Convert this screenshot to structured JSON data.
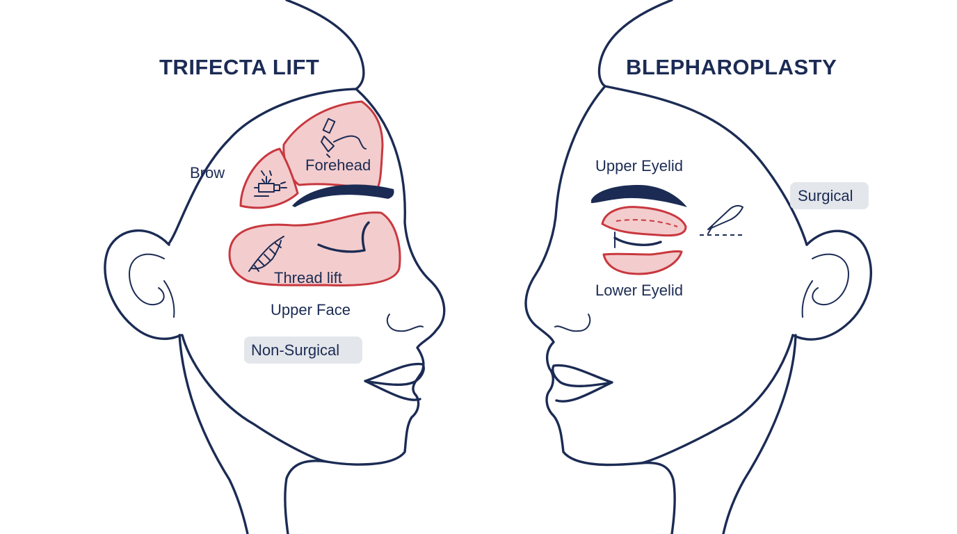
{
  "left_face": {
    "title": "TRIFECTA LIFT",
    "labels": {
      "brow": "Brow",
      "forehead": "Forehead",
      "thread_lift": "Thread lift",
      "upper_face": "Upper Face"
    },
    "badge": "Non-Surgical"
  },
  "right_face": {
    "title": "BLEPHAROPLASTY",
    "labels": {
      "upper_eyelid": "Upper Eyelid",
      "lower_eyelid": "Lower Eyelid"
    },
    "badge": "Surgical"
  },
  "colors": {
    "outline": "#1b2b54",
    "zone_fill": "#f3cccd",
    "zone_stroke": "#c8383f",
    "badge_bg": "#e3e6ea"
  }
}
